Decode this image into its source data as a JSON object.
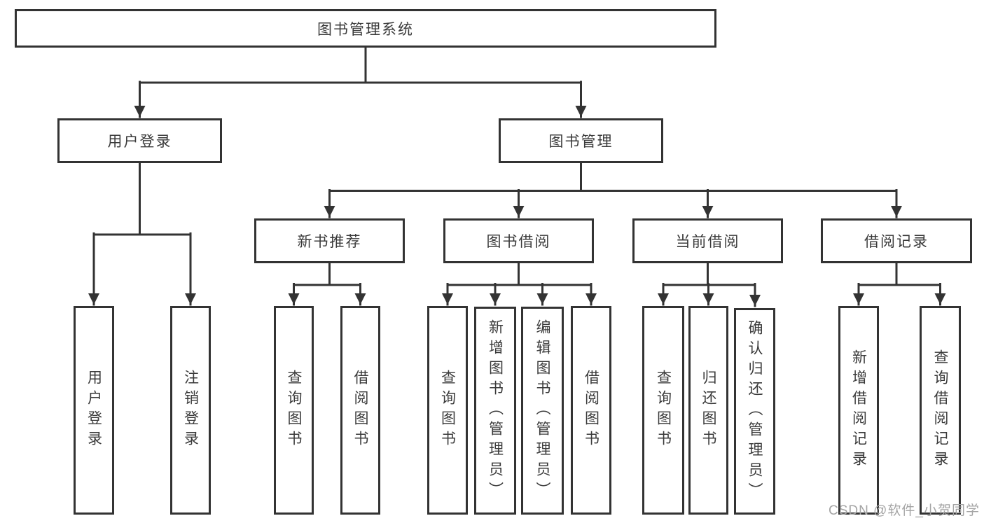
{
  "diagram": {
    "root": {
      "label": "图书管理系统"
    },
    "level2": [
      {
        "label": "用户登录"
      },
      {
        "label": "图书管理"
      }
    ],
    "level3": [
      {
        "label": "新书推荐",
        "parent": "图书管理"
      },
      {
        "label": "图书借阅",
        "parent": "图书管理"
      },
      {
        "label": "当前借阅",
        "parent": "图书管理"
      },
      {
        "label": "借阅记录",
        "parent": "图书管理"
      }
    ],
    "leaves": [
      {
        "label": "用户登录",
        "parent": "用户登录"
      },
      {
        "label": "注销登录",
        "parent": "用户登录"
      },
      {
        "label": "查询图书",
        "parent": "新书推荐"
      },
      {
        "label": "借阅图书",
        "parent": "新书推荐"
      },
      {
        "label": "查询图书",
        "parent": "图书借阅"
      },
      {
        "label": "新增图书（管理员）",
        "parent": "图书借阅"
      },
      {
        "label": "编辑图书（管理员）",
        "parent": "图书借阅"
      },
      {
        "label": "借阅图书",
        "parent": "图书借阅"
      },
      {
        "label": "查询图书",
        "parent": "当前借阅"
      },
      {
        "label": "归还图书",
        "parent": "当前借阅"
      },
      {
        "label": "确认归还（管理员）",
        "parent": "当前借阅"
      },
      {
        "label": "新增借阅记录",
        "parent": "借阅记录"
      },
      {
        "label": "查询借阅记录",
        "parent": "借阅记录"
      }
    ],
    "colors": {
      "line": "#333333",
      "box_border": "#333333",
      "box_fill": "#ffffff",
      "text": "#3a3a3a",
      "background": "#ffffff",
      "watermark": "#a4a4a4"
    }
  },
  "watermark": {
    "text": "CSDN @软件_小贺同学"
  }
}
